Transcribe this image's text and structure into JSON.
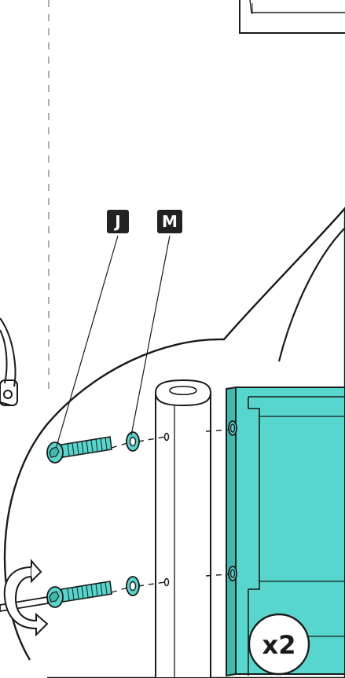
{
  "labels": {
    "part_j": "J",
    "part_m": "M",
    "quantity": "x2"
  },
  "colors": {
    "teal": "#56d6cc",
    "teal_dark": "#3fb8ad",
    "outline": "#1a1a1a",
    "dashed": "#9a9a9a",
    "label_bg": "#222222",
    "label_text": "#ffffff"
  },
  "icons": {
    "rotate": "rotate-arrow-icon",
    "screwdriver": "screwdriver-icon"
  }
}
